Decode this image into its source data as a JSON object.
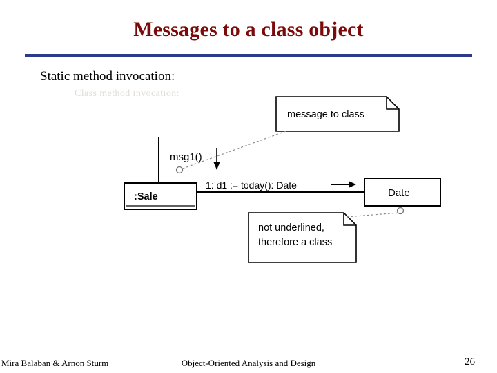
{
  "slide": {
    "title": "Messages to a class object",
    "subtitle": "Static method invocation:",
    "ghost_text": "Class method invocation:",
    "footer": {
      "left": "Mira Balaban  &  Arnon Sturm",
      "center": "Object-Oriented Analysis and Design",
      "page_number": "26"
    },
    "colors": {
      "title": "#7b0a0a",
      "rule": "#2d3a8c",
      "body": "#000000",
      "background": "#ffffff"
    }
  },
  "diagram": {
    "type": "uml-sequence-fragment",
    "note_top": "message to class",
    "note_bottom_line1": "not underlined,",
    "note_bottom_line2": "therefore a class",
    "lifeline_label": "msg1()",
    "source_object": ":Sale",
    "message_label": "1: d1 := today(): Date",
    "target_class": "Date"
  }
}
